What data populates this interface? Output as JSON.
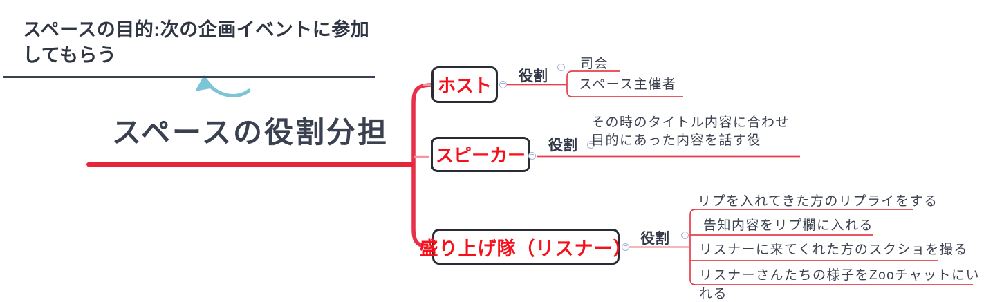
{
  "note": {
    "text": "スペースの目的:次の企画イベントに参加してもらう"
  },
  "central_topic": {
    "label": "スペースの役割分担"
  },
  "branches": [
    {
      "label": "ホスト",
      "relation": "役割",
      "children": [
        "司会",
        "スペース主催者"
      ]
    },
    {
      "label": "スピーカー",
      "relation": "役割",
      "children": [
        "その時のタイトル内容に合わせ\n目的にあった内容を話す役"
      ]
    },
    {
      "label": "盛り上げ隊（リスナー）",
      "relation": "役割",
      "children": [
        "リプを入れてきた方のリプライをする",
        "告知内容をリプ欄に入れる",
        "リスナーに来てくれた方のスクショを撮る",
        "リスナーさんたちの様子をZooチャットにいれる"
      ]
    }
  ],
  "icons": {
    "collapse_glyph": "−",
    "collapse_name": "minus-circle-icon",
    "arrow_name": "curved-arrow-icon"
  },
  "colors": {
    "topic_red": "#f5101c",
    "spine_red": "#e73049",
    "wire_red": "#e4404d",
    "link_pink": "#f098a2",
    "arrow_blue": "#7cc5d6",
    "ink_dark": "#2f3542",
    "node_border": "#2b2b36"
  }
}
